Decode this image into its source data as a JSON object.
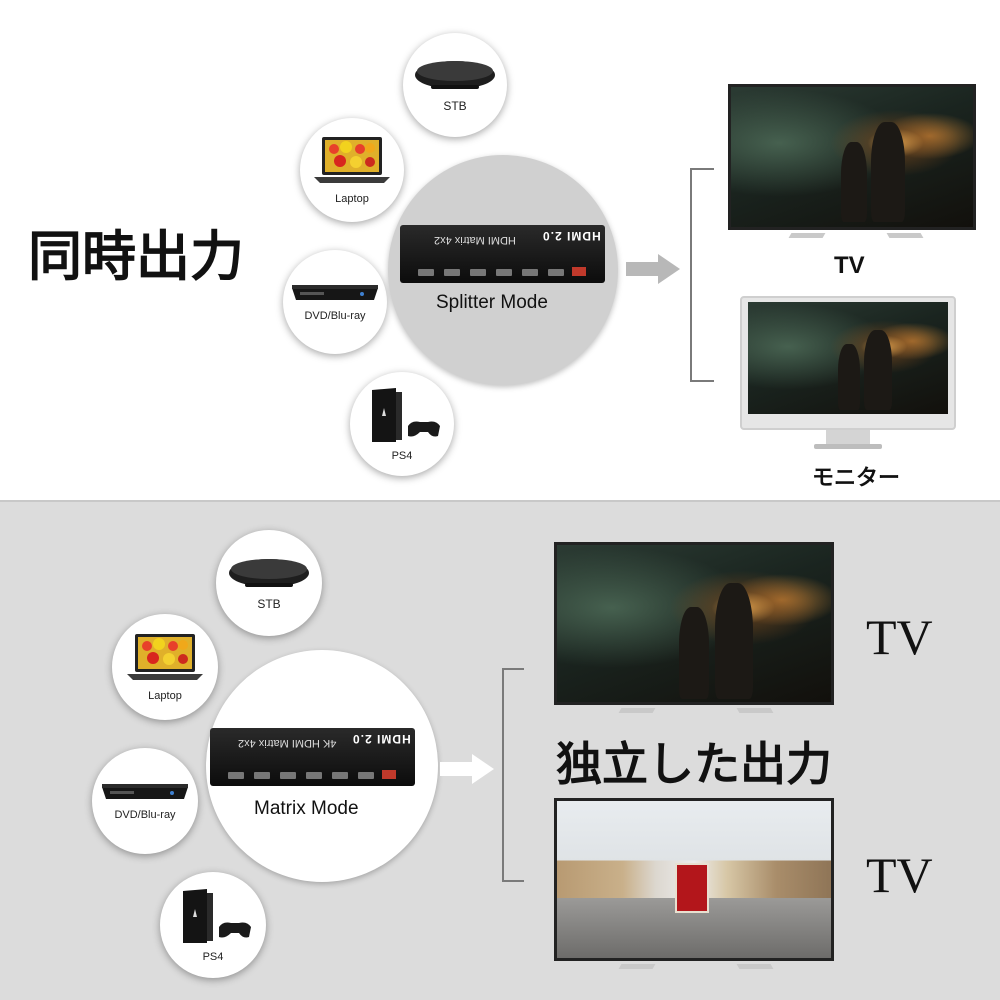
{
  "top": {
    "heading": "同時出力",
    "sources": [
      {
        "label": "STB"
      },
      {
        "label": "Laptop"
      },
      {
        "label": "DVD/Blu-ray"
      },
      {
        "label": "PS4"
      }
    ],
    "device": {
      "model": "HDMI Matrix 4x2",
      "brand": "HDMI 2.0"
    },
    "mode_label": "Splitter Mode",
    "outputs": [
      {
        "label": "TV"
      },
      {
        "label": "モニター"
      }
    ]
  },
  "bottom": {
    "heading": "独立した出力",
    "sources": [
      {
        "label": "STB"
      },
      {
        "label": "Laptop"
      },
      {
        "label": "DVD/Blu-ray"
      },
      {
        "label": "PS4"
      }
    ],
    "device": {
      "model": "4K HDMI Matrix 4x2",
      "brand": "HDMI 2.0"
    },
    "mode_label": "Matrix Mode",
    "outputs": [
      {
        "label": "TV"
      },
      {
        "label": "TV"
      }
    ]
  },
  "colors": {
    "top_bg": "#ffffff",
    "bottom_bg": "#dcdcdc",
    "device": "#111111",
    "dip_switch": "#c0392b"
  },
  "icons": [
    "stb-icon",
    "laptop-icon",
    "dvd-player-icon",
    "ps4-icon",
    "arrow-right-icon"
  ]
}
